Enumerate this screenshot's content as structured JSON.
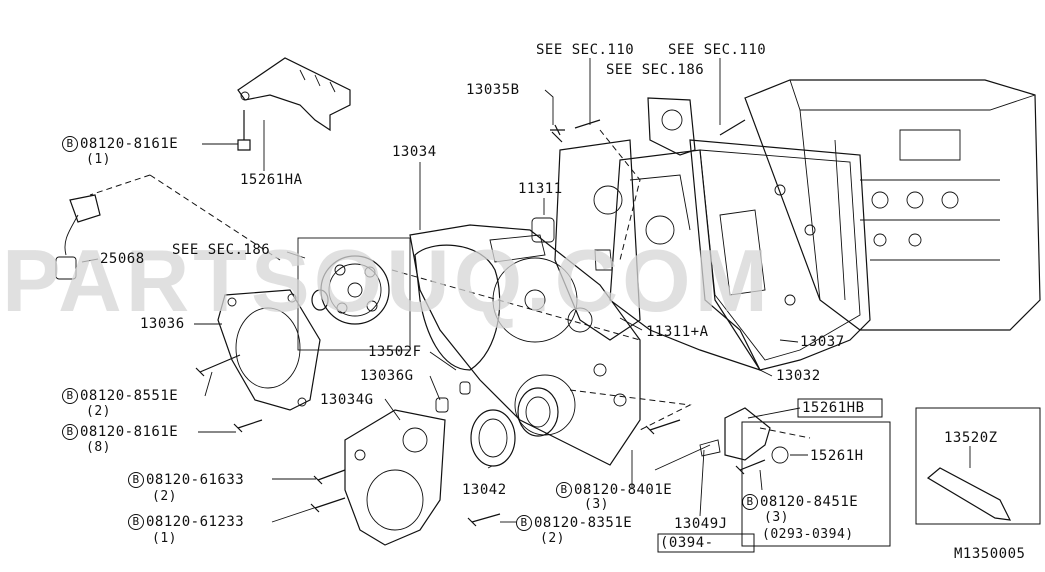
{
  "watermark": "PARTSOUQ.COM",
  "diagram_code": "M1350005",
  "bolt_symbol": "B",
  "labels": {
    "see_sec_110_a": "SEE SEC.110",
    "see_sec_110_b": "SEE SEC.110",
    "see_sec_186_top": "SEE SEC.186",
    "see_sec_186_left": "SEE SEC.186",
    "p13035B": "13035B",
    "p13034": "13034",
    "p11311": "11311",
    "p11311A": "11311+A",
    "p13037": "13037",
    "p13032": "13032",
    "p15261HA": "15261HA",
    "p25068": "25068",
    "p13036": "13036",
    "p13502F": "13502F",
    "p13036G": "13036G",
    "p13034G": "13034G",
    "p13042": "13042",
    "p15261HB": "15261HB",
    "p15261H": "15261H",
    "p13049J": "13049J",
    "p13049J_range": "(0394-",
    "p13520Z": "13520Z"
  },
  "bolts": [
    {
      "id": "b1",
      "part": "08120-8161E",
      "qty": "(1)"
    },
    {
      "id": "b2",
      "part": "08120-8551E",
      "qty": "(2)"
    },
    {
      "id": "b3",
      "part": "08120-8161E",
      "qty": "(8)"
    },
    {
      "id": "b4",
      "part": "08120-61633",
      "qty": "(2)"
    },
    {
      "id": "b5",
      "part": "08120-61233",
      "qty": "(1)"
    },
    {
      "id": "b6",
      "part": "08120-8351E",
      "qty": "(2)"
    },
    {
      "id": "b7",
      "part": "08120-8401E",
      "qty": "(3)"
    },
    {
      "id": "b8",
      "part": "08120-8451E",
      "qty": "(3)",
      "range": "(0293-0394)"
    }
  ]
}
